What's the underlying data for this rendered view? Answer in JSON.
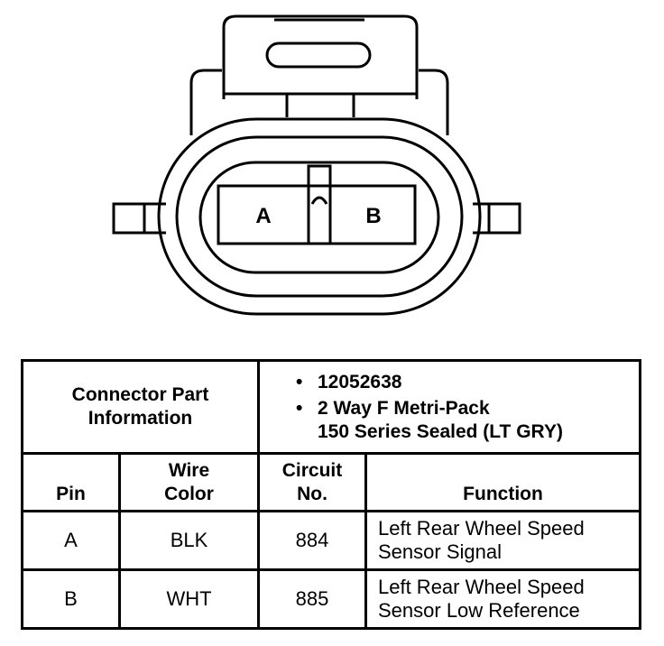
{
  "connector": {
    "pin_a_label": "A",
    "pin_b_label": "B"
  },
  "table": {
    "info_title_line1": "Connector Part",
    "info_title_line2": "Information",
    "bullets": [
      {
        "symbol": "•",
        "lines": [
          "12052638"
        ]
      },
      {
        "symbol": "•",
        "lines": [
          "2 Way F Metri-Pack",
          "150 Series Sealed (LT GRY)"
        ]
      }
    ],
    "headers": {
      "pin": "Pin",
      "wire_color_line1": "Wire",
      "wire_color_line2": "Color",
      "circuit_line1": "Circuit",
      "circuit_line2": "No.",
      "function": "Function"
    },
    "rows": [
      {
        "pin": "A",
        "wire_color": "BLK",
        "circuit": "884",
        "function_line1": "Left Rear Wheel Speed",
        "function_line2": "Sensor Signal"
      },
      {
        "pin": "B",
        "wire_color": "WHT",
        "circuit": "885",
        "function_line1": "Left Rear Wheel Speed",
        "function_line2": "Sensor Low Reference"
      }
    ]
  }
}
